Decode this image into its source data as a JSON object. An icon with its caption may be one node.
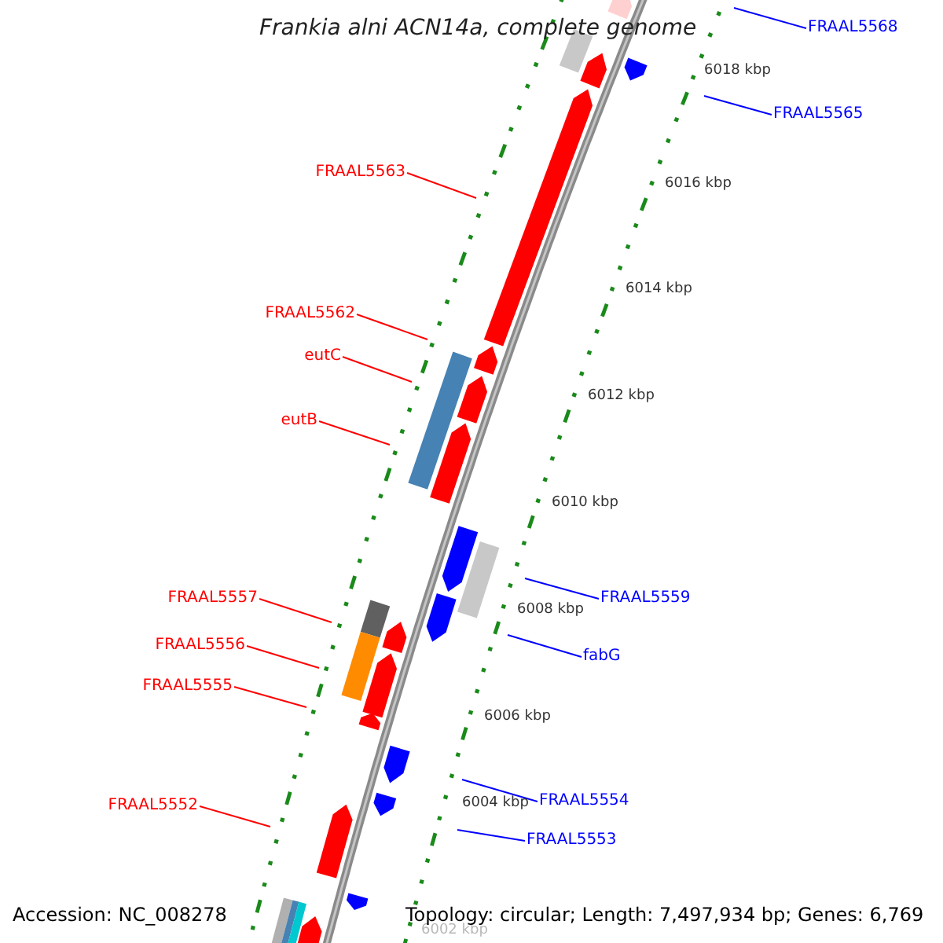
{
  "diagram": {
    "title": "Frankia alni ACN14a, complete genome",
    "nodes": [
      {
        "text": [
          "FRAAL5568"
        ]
      },
      {
        "text": [
          "FRAAL5565"
        ]
      },
      {
        "text": [
          "FRAAL5563"
        ]
      },
      {
        "text": [
          "FRAAL5562"
        ]
      },
      {
        "text": [
          "eutC"
        ]
      },
      {
        "text": [
          "eutB"
        ]
      },
      {
        "text": [
          "FRAAL5557"
        ]
      },
      {
        "text": [
          "FRAAL5559"
        ]
      },
      {
        "text": [
          "FRAAL5556"
        ]
      },
      {
        "text": [
          "fabG"
        ]
      },
      {
        "text": [
          "FRAAL5555"
        ]
      },
      {
        "text": [
          "FRAAL5554"
        ]
      },
      {
        "text": [
          "FRAAL5552"
        ]
      },
      {
        "text": [
          "FRAAL5553"
        ]
      }
    ],
    "edges": [
      {
        "from": 0,
        "to": null,
        "arrow": "none",
        "color": "#0000ff"
      },
      {
        "from": 1,
        "to": null,
        "arrow": "none",
        "color": "#0000ff"
      },
      {
        "from": 2,
        "to": null,
        "arrow": "none"
      },
      {
        "from": 3,
        "to": null,
        "arrow": "none"
      },
      {
        "from": 4,
        "to": null,
        "arrow": "none"
      },
      {
        "from": 5,
        "to": null,
        "arrow": "none"
      },
      {
        "from": 6,
        "to": null,
        "arrow": "none"
      },
      {
        "from": 7,
        "to": null,
        "arrow": "none",
        "color": "#0000ff"
      },
      {
        "from": 8,
        "to": null,
        "arrow": "none"
      },
      {
        "from": 9,
        "to": null,
        "arrow": "none",
        "color": "#0000ff"
      },
      {
        "from": 10,
        "to": null,
        "arrow": "none"
      },
      {
        "from": 11,
        "to": null,
        "arrow": "none",
        "color": "#0000ff"
      },
      {
        "from": 12,
        "to": null,
        "arrow": "none"
      },
      {
        "from": 13,
        "to": null,
        "arrow": "none",
        "color": "#0000ff"
      }
    ],
    "labels": [
      "6018 kbp",
      "6016 kbp",
      "6014 kbp",
      "6012 kbp",
      "6010 kbp",
      "6008 kbp",
      "6006 kbp",
      "6004 kbp",
      "6002 kbp",
      "Accession: NC_008278",
      "Topology: circular; Length: 7,497,934 bp; Genes: 6,769"
    ]
  }
}
